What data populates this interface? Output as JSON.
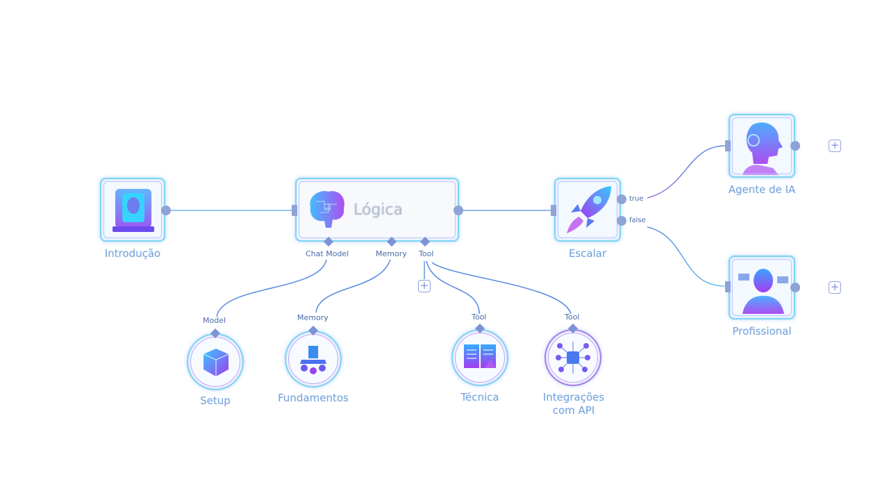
{
  "workflow": {
    "nodes": {
      "introducao": {
        "label": "Introdução",
        "icon": "portal-door-icon"
      },
      "logica": {
        "label": "Lógica",
        "icon": "brain-circuit-icon",
        "inputs": [
          "Chat Model",
          "Memory",
          "Tool"
        ]
      },
      "escalar": {
        "label": "Escalar",
        "icon": "rocket-icon",
        "outputs": [
          "true",
          "false"
        ]
      },
      "agente": {
        "label": "Agente de IA",
        "icon": "robot-head-icon"
      },
      "profissional": {
        "label": "Profissional",
        "icon": "person-hologram-icon"
      },
      "setup": {
        "label": "Setup",
        "connector_label": "Model",
        "icon": "cube-icon"
      },
      "fundamentos": {
        "label": "Fundamentos",
        "connector_label": "Memory",
        "icon": "blocks-icon"
      },
      "tecnica": {
        "label": "Técnica",
        "connector_label": "Tool",
        "icon": "document-chart-icon"
      },
      "integracoes": {
        "label": "Integrações com API",
        "label_lines": [
          "Integrações",
          "com API"
        ],
        "connector_label": "Tool",
        "icon": "api-network-icon"
      }
    },
    "add_button_symbol": "+",
    "colors": {
      "edge_blue": "#5b8fe0",
      "edge_purple": "#9a7de0",
      "node_border": "#7fd4f0",
      "handle": "#8ea3d6",
      "label": "#79a6d8"
    }
  }
}
